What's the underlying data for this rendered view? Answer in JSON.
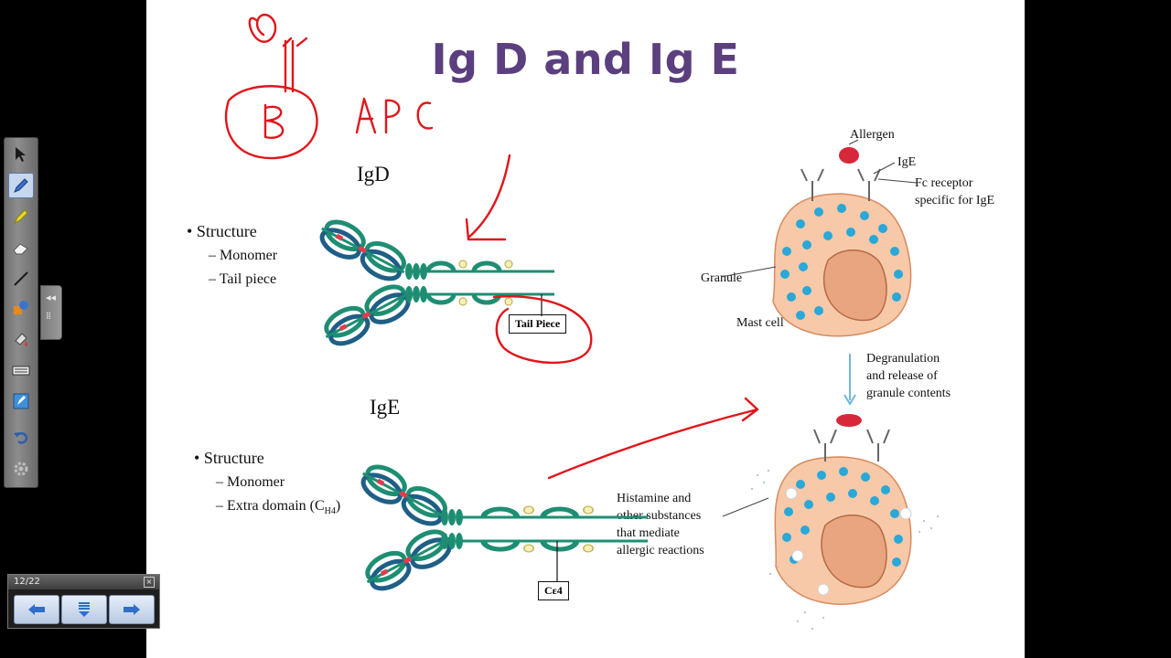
{
  "slide": {
    "title": "Ig D and Ig E",
    "handwriting": {
      "b_letter": "B",
      "apc": "APC"
    },
    "igd": {
      "heading": "IgD",
      "bullet": "Structure",
      "sub": [
        "Monomer",
        "Tail piece"
      ],
      "box_label": "Tail Piece"
    },
    "ige": {
      "heading": "IgE",
      "bullet": "Structure",
      "sub1": "Monomer",
      "sub2_main": "Extra domain (C",
      "sub2_sub": "H4",
      "sub2_close": ")",
      "box_label": "Cε4"
    },
    "mast": {
      "allergen": "Allergen",
      "ige": "IgE",
      "fc": [
        "Fc receptor",
        "specific for IgE"
      ],
      "granule": "Granule",
      "mast_cell": "Mast cell",
      "degran": [
        "Degranulation",
        "and release of",
        "granule contents"
      ],
      "histamine": [
        "Histamine and",
        "other substances",
        "that mediate",
        "allergic reactions"
      ]
    },
    "colors": {
      "title": "#5b3f7e",
      "ink": "#e0161b",
      "domain": "#1e8e72",
      "cell": "#f7c9a8",
      "granule": "#2aa8d8"
    }
  },
  "toolbar": {
    "tools": [
      {
        "name": "select-arrow-icon"
      },
      {
        "name": "pen-icon"
      },
      {
        "name": "highlighter-icon"
      },
      {
        "name": "eraser-icon"
      },
      {
        "name": "line-icon"
      },
      {
        "name": "shapes-icon"
      },
      {
        "name": "fill-icon"
      },
      {
        "name": "keyboard-icon"
      },
      {
        "name": "edit-icon"
      },
      {
        "name": "undo-icon"
      },
      {
        "name": "settings-icon"
      }
    ]
  },
  "nav": {
    "page": "12/22",
    "close": "×"
  }
}
